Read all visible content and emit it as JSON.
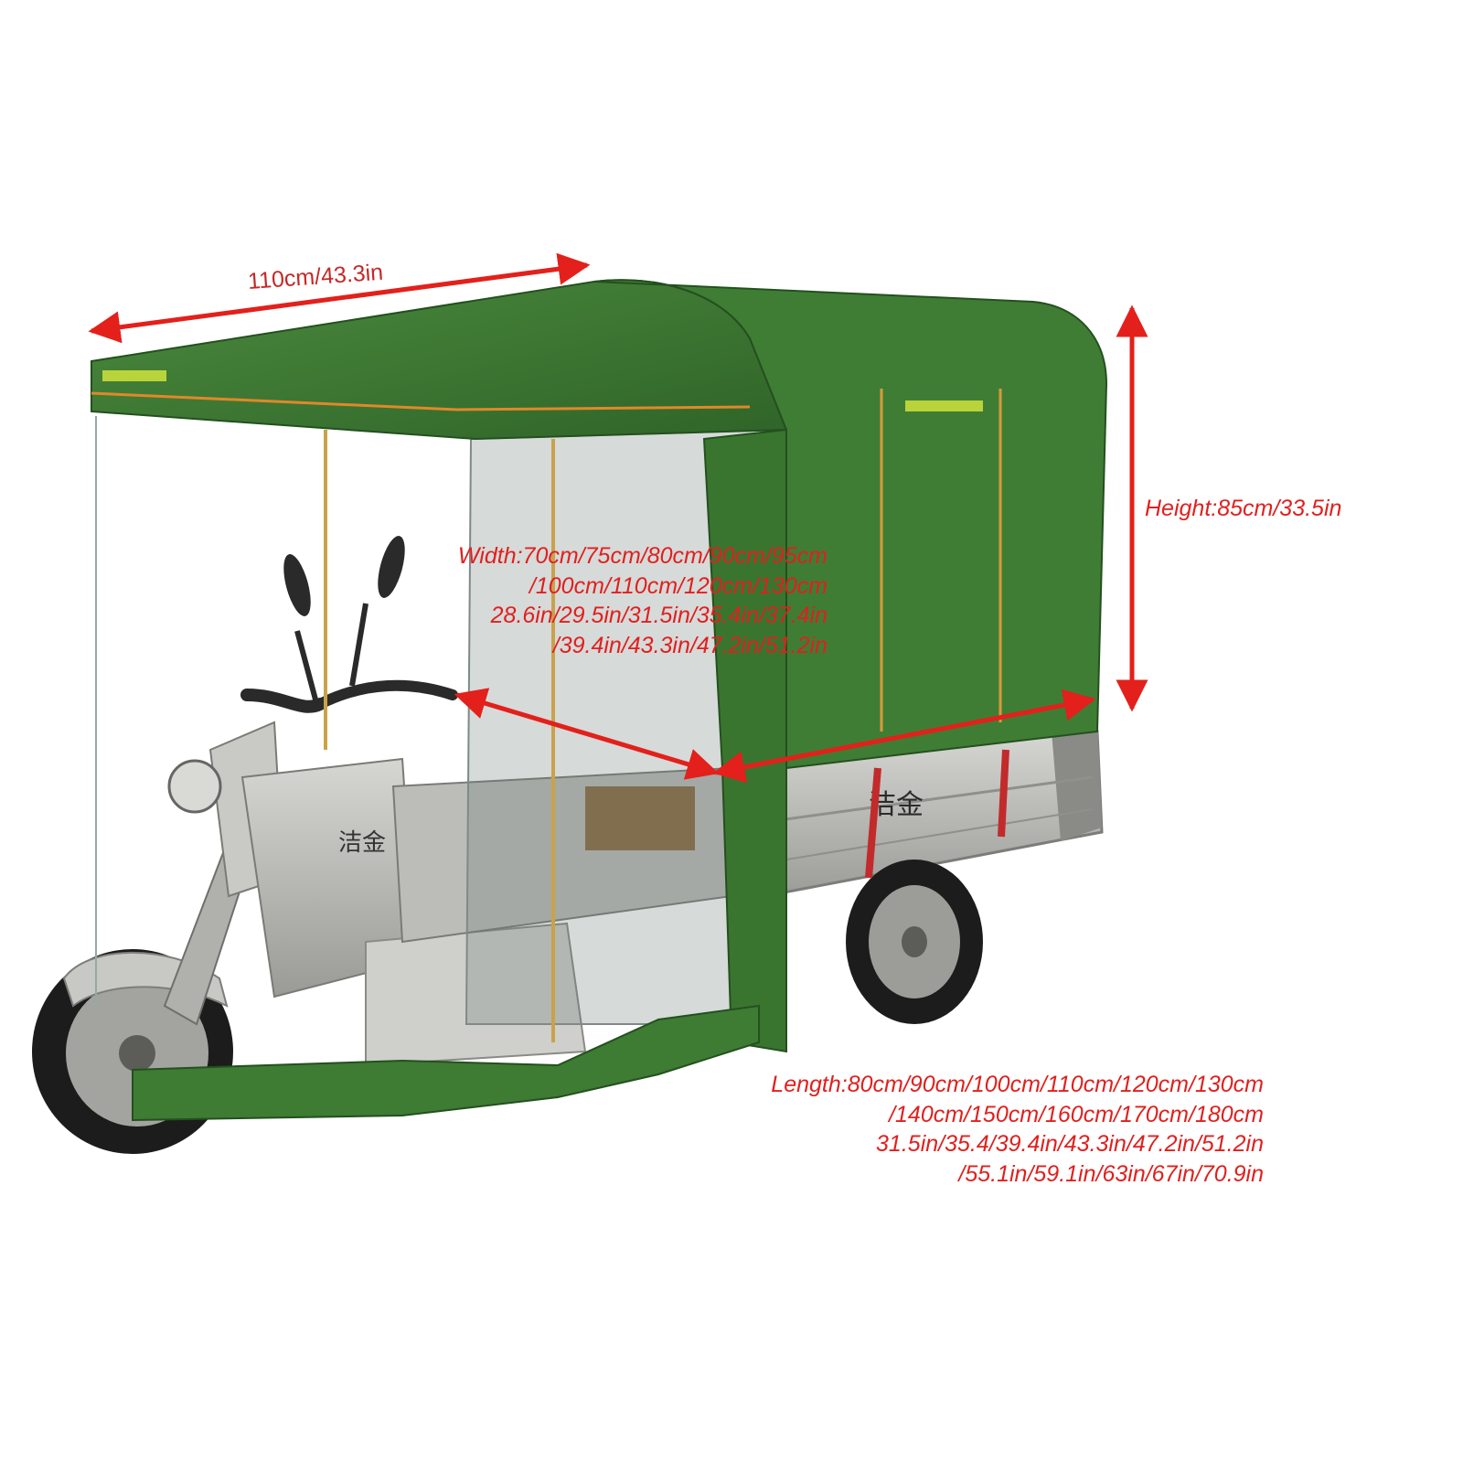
{
  "colors": {
    "canopy": "#3d7a32",
    "canopy_dark": "#2a5a25",
    "arrow": "#e3201b",
    "frame": "#c4c4c0",
    "tire": "#1c1c1c",
    "trim": "#e0882a",
    "reflector": "#b9d43a"
  },
  "dimensions": {
    "top_length": "110cm/43.3in",
    "height": "Height:85cm/33.5in",
    "width_lines": [
      "Width:70cm/75cm/80cm/90cm/95cm",
      "/100cm/110cm/120cm/130cm",
      "28.6in/29.5in/31.5in/35.4in/37.4in",
      "/39.4in/43.3in/47.2in/51.2in"
    ],
    "length_lines": [
      "Length:80cm/90cm/100cm/110cm/120cm/130cm",
      "/140cm/150cm/160cm/170cm/180cm",
      "31.5in/35.4/39.4in/43.3in/47.2in/51.2in",
      "/55.1in/59.1in/63in/67in/70.9in"
    ]
  }
}
